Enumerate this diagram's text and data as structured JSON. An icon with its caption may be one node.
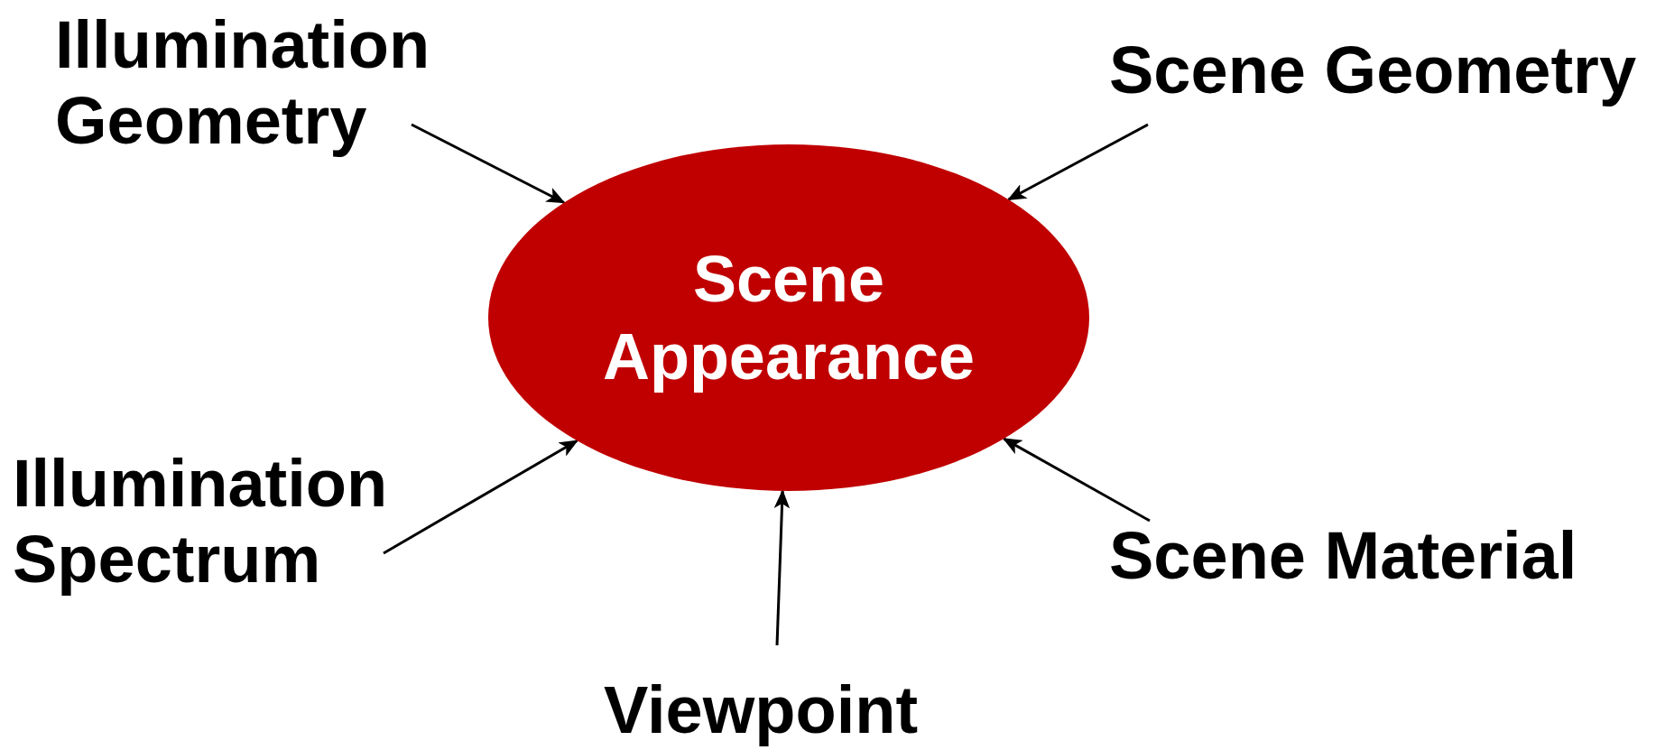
{
  "diagram": {
    "nodes": [
      {
        "text": [
          "Illumination Geometry"
        ]
      },
      {
        "text": [
          "Scene Geometry"
        ]
      },
      {
        "text": [
          "Scene Appearance"
        ]
      },
      {
        "text": [
          "Illumination Spectrum"
        ]
      },
      {
        "text": [
          "Scene Material"
        ]
      },
      {
        "text": [
          "Viewpoint"
        ]
      }
    ],
    "edges": [
      {
        "from": 0,
        "to": 2,
        "arrow": "to"
      },
      {
        "from": 1,
        "to": 2,
        "arrow": "to"
      },
      {
        "from": 3,
        "to": 2,
        "arrow": "to"
      },
      {
        "from": 4,
        "to": 2,
        "arrow": "to"
      },
      {
        "from": 5,
        "to": 2,
        "arrow": "to"
      }
    ]
  }
}
